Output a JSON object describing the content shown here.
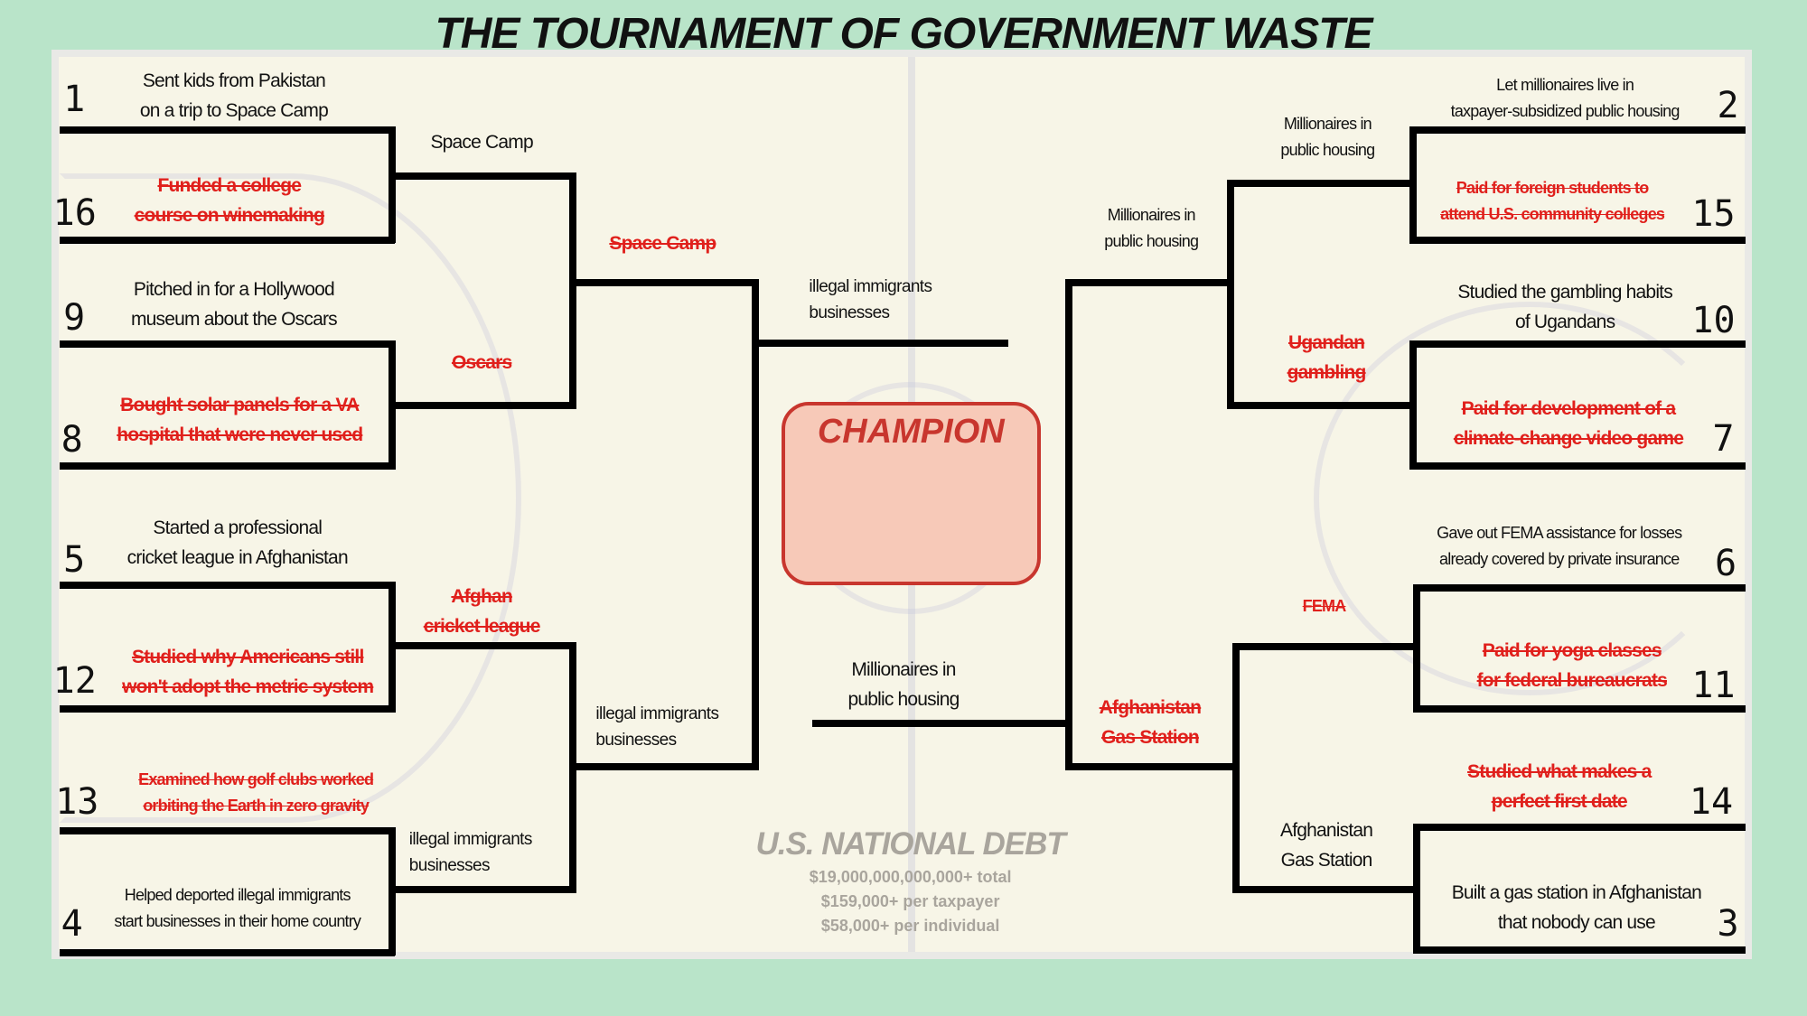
{
  "title": "THE TOURNAMENT OF GOVERNMENT WASTE",
  "champion_label": "CHAMPION",
  "left": {
    "round1": [
      {
        "seed": "1",
        "lines": [
          "Sent kids from Pakistan",
          "on a trip to Space Camp"
        ],
        "eliminated": false
      },
      {
        "seed": "16",
        "lines": [
          "Funded a college",
          "course on winemaking"
        ],
        "eliminated": true
      },
      {
        "seed": "9",
        "lines": [
          "Pitched in for a Hollywood",
          "museum about the Oscars"
        ],
        "eliminated": false
      },
      {
        "seed": "8",
        "lines": [
          "Bought solar panels for a VA",
          "hospital that were never used"
        ],
        "eliminated": true
      },
      {
        "seed": "5",
        "lines": [
          "Started a professional",
          "cricket league in Afghanistan"
        ],
        "eliminated": false
      },
      {
        "seed": "12",
        "lines": [
          "Studied why Americans still",
          "won't adopt the metric system"
        ],
        "eliminated": true
      },
      {
        "seed": "13",
        "lines": [
          "Examined how golf clubs worked",
          "orbiting the Earth in zero gravity"
        ],
        "eliminated": true
      },
      {
        "seed": "4",
        "lines": [
          "Helped deported illegal immigrants",
          "start businesses in their home country"
        ],
        "eliminated": false
      }
    ],
    "round2": [
      {
        "lines": [
          "Space Camp"
        ],
        "eliminated": false
      },
      {
        "lines": [
          "Oscars"
        ],
        "eliminated": true
      },
      {
        "lines": [
          "Afghan",
          "cricket league"
        ],
        "eliminated": true
      },
      {
        "lines": [
          "illegal immigrants",
          "businesses"
        ],
        "eliminated": false
      }
    ],
    "round3": [
      {
        "lines": [
          "Space Camp"
        ],
        "eliminated": true
      },
      {
        "lines": [
          "illegal immigrants",
          "businesses"
        ],
        "eliminated": false
      }
    ],
    "final": {
      "lines": [
        "illegal immigrants",
        "businesses"
      ]
    }
  },
  "right": {
    "round1": [
      {
        "seed": "2",
        "lines": [
          "Let millionaires live in",
          "taxpayer-subsidized public housing"
        ],
        "eliminated": false
      },
      {
        "seed": "15",
        "lines": [
          "Paid for foreign students to",
          "attend U.S. community colleges"
        ],
        "eliminated": true
      },
      {
        "seed": "10",
        "lines": [
          "Studied the gambling habits",
          "of Ugandans"
        ],
        "eliminated": false
      },
      {
        "seed": "7",
        "lines": [
          "Paid for development of a",
          "climate-change video game"
        ],
        "eliminated": true
      },
      {
        "seed": "6",
        "lines": [
          "Gave out FEMA assistance for losses",
          "already covered by private insurance"
        ],
        "eliminated": false
      },
      {
        "seed": "11",
        "lines": [
          "Paid for yoga classes",
          "for federal bureaucrats"
        ],
        "eliminated": true
      },
      {
        "seed": "14",
        "lines": [
          "Studied what makes a",
          "perfect first date"
        ],
        "eliminated": true
      },
      {
        "seed": "3",
        "lines": [
          "Built a gas station in Afghanistan",
          "that nobody can use"
        ],
        "eliminated": false
      }
    ],
    "round2": [
      {
        "lines": [
          "Millionaires in",
          "public housing"
        ],
        "eliminated": false
      },
      {
        "lines": [
          "Ugandan",
          "gambling"
        ],
        "eliminated": true
      },
      {
        "lines": [
          "FEMA"
        ],
        "eliminated": true
      },
      {
        "lines": [
          "Afghanistan",
          "Gas Station"
        ],
        "eliminated": false
      }
    ],
    "round3": [
      {
        "lines": [
          "Millionaires in",
          "public housing"
        ],
        "eliminated": false
      },
      {
        "lines": [
          "Afghanistan",
          "Gas Station"
        ],
        "eliminated": true
      }
    ],
    "final": {
      "lines": [
        "Millionaires in",
        "public housing"
      ]
    }
  },
  "debt": {
    "title": "U.S. NATIONAL DEBT",
    "lines": [
      "$19,000,000,000,000+ total",
      "$159,000+ per taxpayer",
      "$58,000+ per individual"
    ]
  }
}
